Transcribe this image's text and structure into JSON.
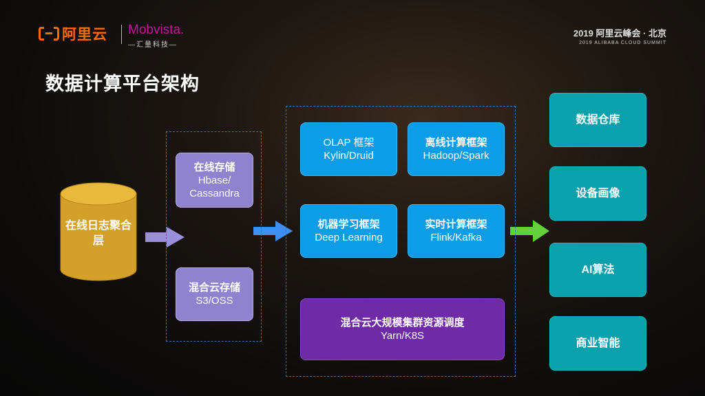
{
  "header": {
    "aliyun_text": "阿里云",
    "mobvista_name": "Mobvista.",
    "mobvista_sub": "—汇量科技—",
    "summit_line1": "2019 阿里云峰会 · 北京",
    "summit_line2": "2019 ALIBABA CLOUD SUMMIT"
  },
  "title": "数据计算平台架构",
  "source": {
    "label": "在线日志聚合层"
  },
  "storage": [
    {
      "line1": "在线存储",
      "line2": "Hbase/",
      "line3": "Cassandra"
    },
    {
      "line1": "混合云存储",
      "line2": "S3/OSS"
    }
  ],
  "frameworks": [
    {
      "line1": "OLAP 框架",
      "line2": "Kylin/Druid"
    },
    {
      "line1": "离线计算框架",
      "line2": "Hadoop/Spark"
    },
    {
      "line1": "机器学习框架",
      "line2": "Deep Learning"
    },
    {
      "line1": "实时计算框架",
      "line2": "Flink/Kafka"
    }
  ],
  "scheduler": {
    "line1": "混合云大规模集群资源调度",
    "line2": "Yarn/K8S"
  },
  "outputs": [
    "数据仓库",
    "设备画像",
    "AI算法",
    "商业智能"
  ],
  "colors": {
    "storage_box": "#8f83cf",
    "framework_box": "#0d9de6",
    "scheduler_box": "#6f2aa6",
    "output_box": "#0aa1ad",
    "cylinder": "#d3a02a",
    "arrow_1": "#9b8fdc",
    "arrow_2": "#3d8ff0",
    "arrow_3": "#62d13a"
  }
}
